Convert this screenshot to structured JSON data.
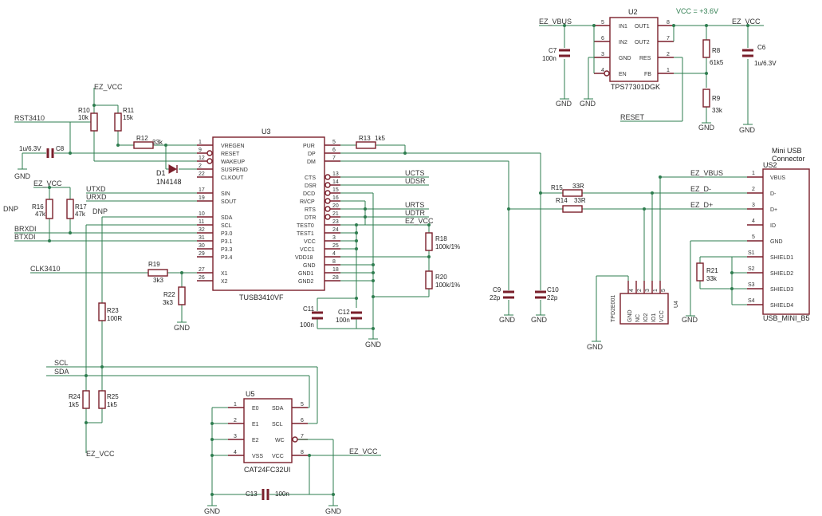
{
  "parts": {
    "u3": {
      "ref": "U3",
      "value": "TUSB3410VF"
    },
    "u2": {
      "ref": "U2",
      "value": "TPS77301DGK"
    },
    "u5": {
      "ref": "U5",
      "value": "CAT24FC32UI"
    },
    "u4": {
      "ref": "U4",
      "value": "TPD2E001"
    },
    "us2": {
      "ref": "US2",
      "value": "USB_MINI_B5",
      "desc1": "Mini USB",
      "desc2": "Connector"
    },
    "d1": {
      "ref": "D1",
      "value": "1N4148"
    },
    "r10": {
      "ref": "R10",
      "value": "10k"
    },
    "r11": {
      "ref": "R11",
      "value": "15k"
    },
    "r12": {
      "ref": "R12",
      "value": "33k"
    },
    "r13": {
      "ref": "R13",
      "value": "1k5"
    },
    "r14": {
      "ref": "R14",
      "value": "33R"
    },
    "r15": {
      "ref": "R15",
      "value": "33R"
    },
    "r16": {
      "ref": "R16",
      "value": "47k"
    },
    "r17": {
      "ref": "R17",
      "value": "47k"
    },
    "r18": {
      "ref": "R18",
      "value": "100k/1%"
    },
    "r19": {
      "ref": "R19",
      "value": "3k3"
    },
    "r20": {
      "ref": "R20",
      "value": "100k/1%"
    },
    "r21": {
      "ref": "R21",
      "value": "33k"
    },
    "r22": {
      "ref": "R22",
      "value": "3k3"
    },
    "r23": {
      "ref": "R23",
      "value": "100R"
    },
    "r24": {
      "ref": "R24",
      "value": "1k5"
    },
    "r25": {
      "ref": "R25",
      "value": "1k5"
    },
    "r8": {
      "ref": "R8",
      "value": "61k5"
    },
    "r9": {
      "ref": "R9",
      "value": "33k"
    },
    "c6": {
      "ref": "C6",
      "value": "1u/6.3V"
    },
    "c7": {
      "ref": "C7",
      "value": "100n"
    },
    "c8": {
      "ref": "C8",
      "value": "1u/6.3V"
    },
    "c9": {
      "ref": "C9",
      "value": "22p"
    },
    "c10": {
      "ref": "C10",
      "value": "22p"
    },
    "c11": {
      "ref": "C11",
      "value": "100n"
    },
    "c12": {
      "ref": "C12",
      "value": "100n"
    },
    "c13": {
      "ref": "C13",
      "value": "100n"
    }
  },
  "u3_pins": {
    "left": [
      {
        "num": "1",
        "name": "VREGEN"
      },
      {
        "num": "9",
        "name": "RESET"
      },
      {
        "num": "12",
        "name": "WAKEUP"
      },
      {
        "num": "2",
        "name": "SUSPEND"
      },
      {
        "num": "22",
        "name": "CLKOUT"
      },
      {
        "num": "17",
        "name": "SIN"
      },
      {
        "num": "19",
        "name": "SOUT"
      },
      {
        "num": "10",
        "name": "SDA"
      },
      {
        "num": "11",
        "name": "SCL"
      },
      {
        "num": "32",
        "name": "P3.0"
      },
      {
        "num": "31",
        "name": "P3.1"
      },
      {
        "num": "30",
        "name": "P3.3"
      },
      {
        "num": "29",
        "name": "P3.4"
      },
      {
        "num": "27",
        "name": "X1"
      },
      {
        "num": "26",
        "name": "X2"
      }
    ],
    "right": [
      {
        "num": "5",
        "name": "PUR"
      },
      {
        "num": "6",
        "name": "DP"
      },
      {
        "num": "7",
        "name": "DM"
      },
      {
        "num": "13",
        "name": "CTS"
      },
      {
        "num": "14",
        "name": "DSR"
      },
      {
        "num": "15",
        "name": "DCD"
      },
      {
        "num": "16",
        "name": "RI/CP"
      },
      {
        "num": "20",
        "name": "RTS"
      },
      {
        "num": "21",
        "name": "DTR"
      },
      {
        "num": "23",
        "name": "TEST0"
      },
      {
        "num": "24",
        "name": "TEST1"
      },
      {
        "num": "3",
        "name": "VCC"
      },
      {
        "num": "25",
        "name": "VCC1"
      },
      {
        "num": "4",
        "name": "VDD18"
      },
      {
        "num": "8",
        "name": "GND"
      },
      {
        "num": "18",
        "name": "GND1"
      },
      {
        "num": "28",
        "name": "GND2"
      }
    ]
  },
  "u2_pins": {
    "in1": "IN1",
    "in2": "IN2",
    "gnd": "GND",
    "en": "EN",
    "out1": "OUT1",
    "out2": "OUT2",
    "res": "RES",
    "fb": "FB",
    "n5": "5",
    "n6": "6",
    "n3": "3",
    "n4": "4",
    "n8": "8",
    "n7": "7",
    "n2": "2",
    "n1": "1"
  },
  "u5_pins": {
    "e0": "E0",
    "e1": "E1",
    "e2": "E2",
    "vss": "VSS",
    "sda": "SDA",
    "scl": "SCL",
    "wc": "WC",
    "vcc": "VCC",
    "n1": "1",
    "n2": "2",
    "n3": "3",
    "n4": "4",
    "n5": "5",
    "n6": "6",
    "n7": "7",
    "n8": "8"
  },
  "u4_pins": {
    "gnd": "GND",
    "nc": "NC",
    "io2": "IO2",
    "io1": "IO1",
    "vcc": "VCC",
    "n4": "4",
    "n2": "2",
    "n3": "3",
    "n1": "1",
    "n5": "5"
  },
  "usb_pins": {
    "vbus": "VBUS",
    "dm": "D-",
    "dp": "D+",
    "id": "ID",
    "gnd": "GND",
    "sh1": "SHIELD1",
    "sh2": "SHIELD2",
    "sh3": "SHIELD3",
    "sh4": "SHIELD4",
    "n1": "1",
    "n2": "2",
    "n3": "3",
    "n4": "4",
    "n5": "5",
    "s1": "S1",
    "s2": "S2",
    "s3": "S3",
    "s4": "S4"
  },
  "nets": {
    "ez_vcc": "EZ_VCC",
    "ez_vbus": "EZ_VBUS",
    "ez_dm": "EZ_D-",
    "ez_dp": "EZ_D+",
    "vcc_36": "VCC = +3.6V",
    "gnd": "GND",
    "rst3410": "RST3410",
    "dnp": "DNP",
    "utxd": "UTXD",
    "urxd": "URXD",
    "brxdi": "BRXDI",
    "btxdi": "BTXDI",
    "clk3410": "CLK3410",
    "scl": "SCL",
    "sda": "SDA",
    "ucts": "UCTS",
    "udsr": "UDSR",
    "urts": "URTS",
    "udtr": "UDTR",
    "reset": "RESET"
  },
  "colors": {
    "wire": "#2e7d4f",
    "part": "#7a1f2b",
    "text": "#222222",
    "background": "#ffffff"
  }
}
